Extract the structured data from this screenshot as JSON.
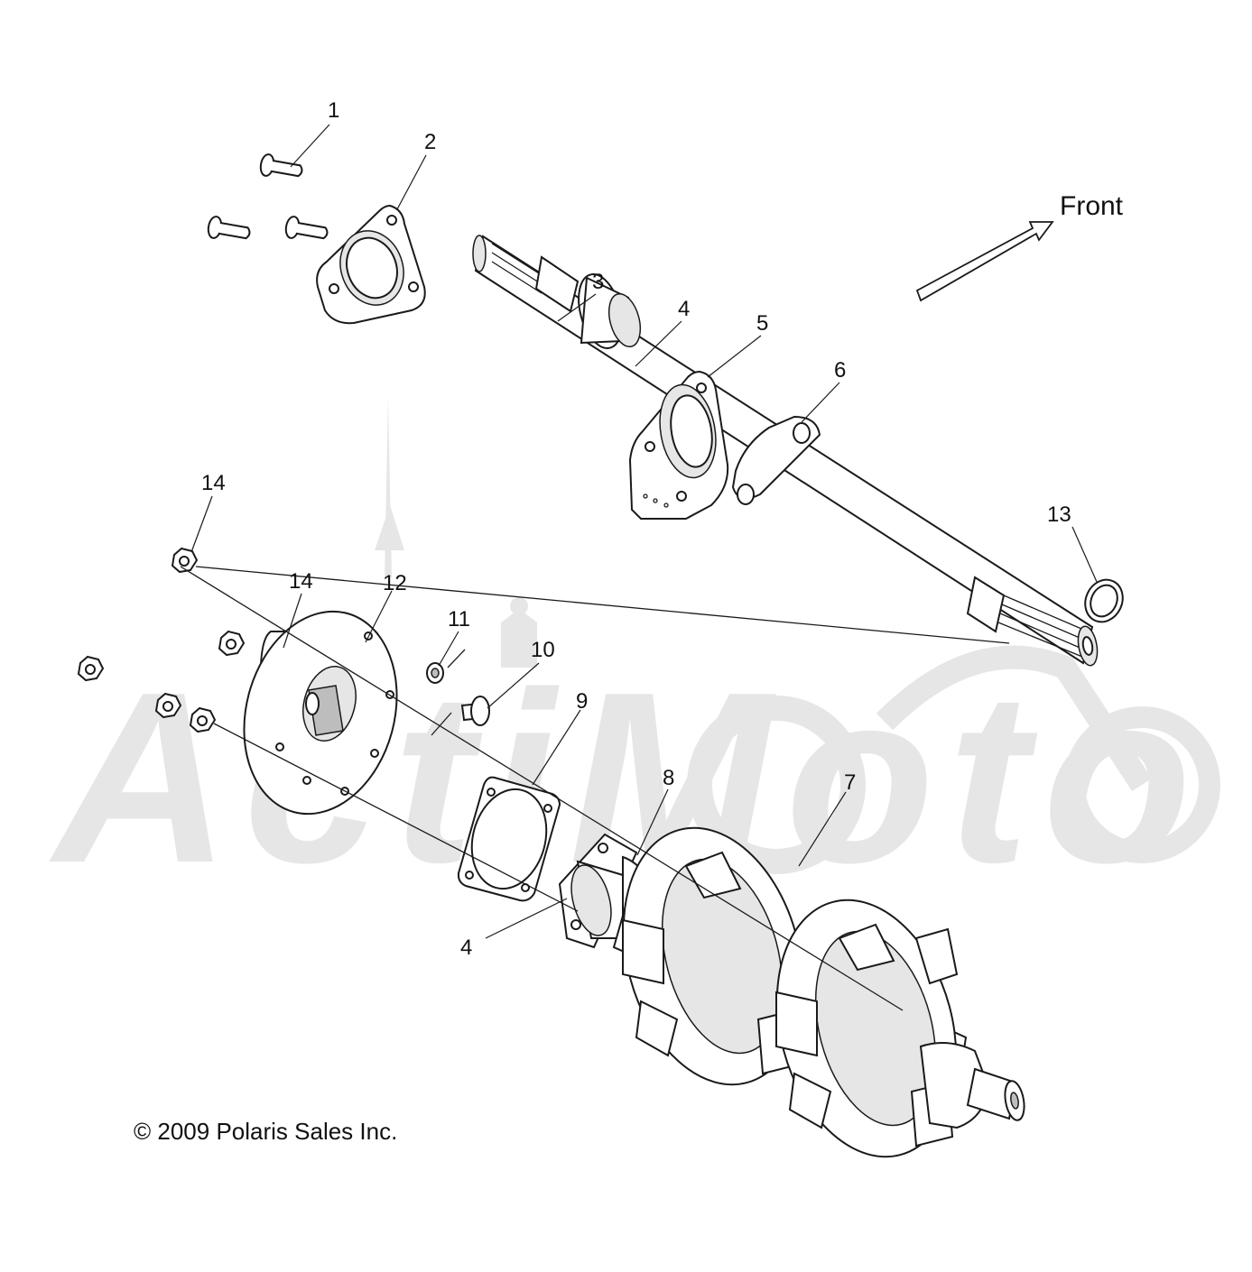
{
  "diagram": {
    "direction_label": "Front",
    "copyright": "© 2009 Polaris Sales Inc.",
    "watermark_text": "ActiMoto",
    "callouts": [
      {
        "id": "c1",
        "label": "1"
      },
      {
        "id": "c2",
        "label": "2"
      },
      {
        "id": "c3",
        "label": "3"
      },
      {
        "id": "c4a",
        "label": "4"
      },
      {
        "id": "c5",
        "label": "5"
      },
      {
        "id": "c6",
        "label": "6"
      },
      {
        "id": "c7",
        "label": "7"
      },
      {
        "id": "c8",
        "label": "8"
      },
      {
        "id": "c9",
        "label": "9"
      },
      {
        "id": "c10",
        "label": "10"
      },
      {
        "id": "c11",
        "label": "11"
      },
      {
        "id": "c12",
        "label": "12"
      },
      {
        "id": "c13",
        "label": "13"
      },
      {
        "id": "c14a",
        "label": "14"
      },
      {
        "id": "c14b",
        "label": "14"
      },
      {
        "id": "c4b",
        "label": "4"
      }
    ]
  }
}
